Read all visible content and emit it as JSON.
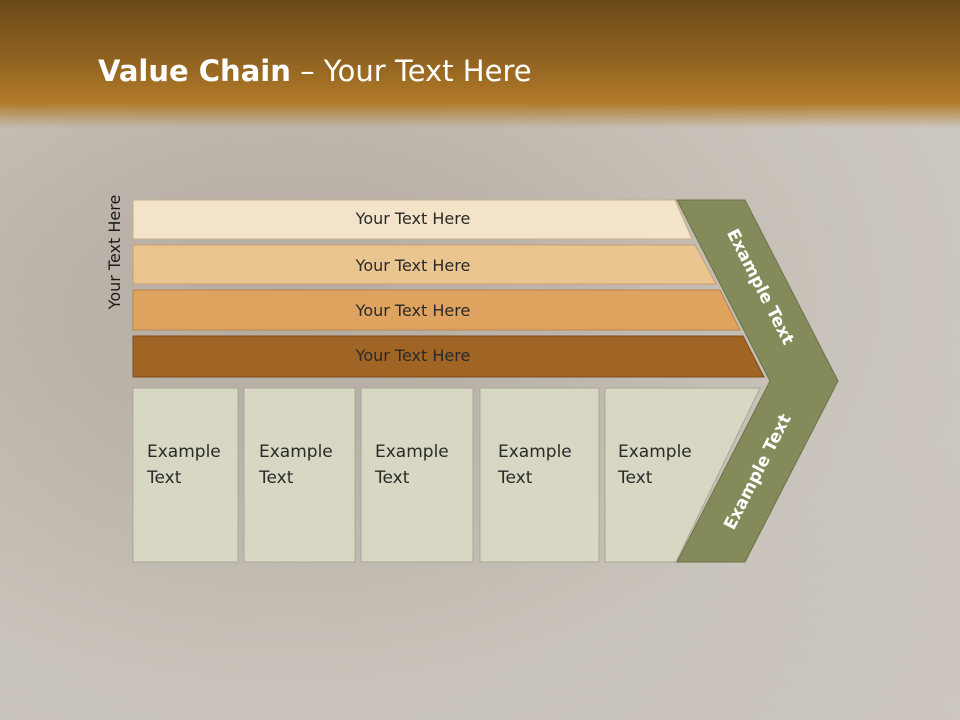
{
  "title": {
    "bold": "Value Chain",
    "rest": " – Your Text Here"
  },
  "side_label": "Your Text Here",
  "bars": [
    {
      "label": "Your Text Here",
      "color": "#f3e3c8"
    },
    {
      "label": "Your Text Here",
      "color": "#ebc590"
    },
    {
      "label": "Your Text Here",
      "color": "#dea35e"
    },
    {
      "label": "Your Text Here",
      "color": "#a06424"
    }
  ],
  "boxes": [
    {
      "line1": "Example",
      "line2": "Text"
    },
    {
      "line1": "Example",
      "line2": "Text"
    },
    {
      "line1": "Example",
      "line2": "Text"
    },
    {
      "line1": "Example",
      "line2": "Text"
    },
    {
      "line1": "Example",
      "line2": "Text"
    }
  ],
  "chevron": {
    "top_label": "Example Text",
    "bottom_label": "Example Text",
    "color": "#848a5a"
  },
  "colors": {
    "header": "#8a5e1f",
    "box_fill": "#d7d7c3"
  }
}
